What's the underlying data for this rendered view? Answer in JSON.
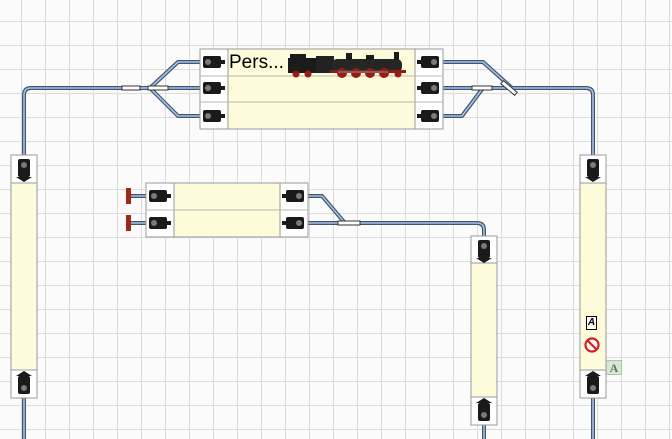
{
  "layout_editor": {
    "blocks": {
      "top_main": {
        "label": "Pers...",
        "locomotive_icon": "steam-locomotive-icon"
      },
      "top_middle": {
        "label": ""
      },
      "top_bottom": {
        "label": ""
      },
      "left_vertical": {
        "label": ""
      },
      "mid_siding_upper": {
        "label": ""
      },
      "mid_siding_lower": {
        "label": ""
      },
      "center_vertical": {
        "label": ""
      },
      "right_vertical": {
        "label": ""
      }
    },
    "right_vertical_markers": {
      "auto_letter": "A",
      "prohibited_icon": "no-entry-icon"
    },
    "auto_badge": "A"
  },
  "colors": {
    "track_outline": "#3e5575",
    "track_fill": "#a9c2dd",
    "block_fill": "#fdfbd9",
    "buffer_stop": "#a02818",
    "no_entry_red": "#d81b1b"
  }
}
